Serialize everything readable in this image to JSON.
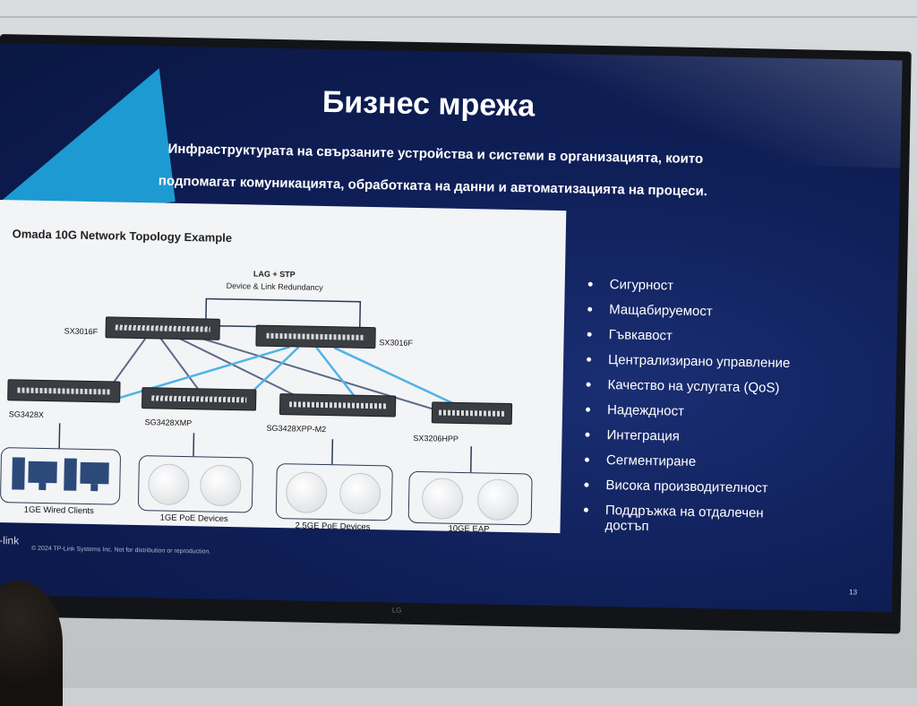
{
  "slide": {
    "title": "Бизнес мрежа",
    "subtitle_line1": "Инфраструктурата на свързаните устройства и системи в организацията, които",
    "subtitle_line2": "подпомагат комуникацията, обработката на данни и автоматизацията на процеси.",
    "bullets": [
      "Сигурност",
      "Мащабируемост",
      "Гъвкавост",
      "Централизирано управление",
      "Качество на услугата (QoS)",
      "Надеждност",
      "Интеграция",
      "Сегментиране",
      "Висока производителност",
      "Поддръжка на отдалечен достъп"
    ],
    "footer_logo": "tp-link",
    "footer_copyright": "© 2024 TP-Link Systems Inc. Not for distribution or reproduction.",
    "page_number": "13"
  },
  "diagram": {
    "title": "Omada 10G Network Topology Example",
    "lag_label": "LAG + STP",
    "redundancy_label": "Device & Link Redundancy",
    "core_switches": [
      "SX3016F",
      "SX3016F"
    ],
    "access_switches": [
      "SG3428X",
      "SG3428XMP",
      "SG3428XPP-M2",
      "SX3206HPP"
    ],
    "groups": [
      "1GE Wired Clients",
      "1GE PoE Devices",
      "2.5GE PoE Devices",
      "10GE EAP"
    ]
  },
  "tv": {
    "brand": "LG"
  },
  "colors": {
    "screen_bg": "#0f1f58",
    "accent_cyan": "#1fa8e0",
    "link_blue": "#4fb3e8",
    "link_dark": "#2c3a55"
  }
}
